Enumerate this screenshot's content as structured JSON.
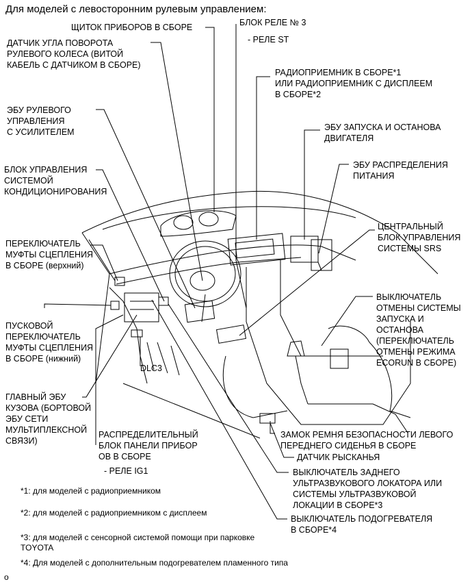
{
  "heading": "Для моделей с левосторонним рулевым управлением:",
  "labels": {
    "instrument_cluster": "ЩИТОК ПРИБОРОВ В СБОРЕ",
    "relay_block3": "БЛОК РЕЛЕ № 3",
    "relay_st": "- РЕЛЕ ST",
    "steering_angle_sensor": "ДАТЧИК УГЛА ПОВОРОТА\nРУЛЕВОГО КОЛЕСА (ВИТОЙ\nКАБЕЛЬ С ДАТЧИКОМ В СБОРЕ)",
    "radio": "РАДИОПРИЕМНИК В СБОРЕ*1\nИЛИ РАДИОПРИЕМНИК С ДИСПЛЕЕМ\nВ СБОРЕ*2",
    "eps_ecu": "ЭБУ РУЛЕВОГО\nУПРАВЛЕНИЯ\nС УСИЛИТЕЛЕМ",
    "start_stop_ecu": "ЭБУ ЗАПУСКА И ОСТАНОВА\nДВИГАТЕЛЯ",
    "ac_control": "БЛОК УПРАВЛЕНИЯ\nСИСТЕМОЙ\nКОНДИЦИОНИРОВАНИЯ",
    "power_dist_ecu": "ЭБУ РАСПРЕДЕЛЕНИЯ\nПИТАНИЯ",
    "srs_center": "ЦЕНТРАЛЬНЫЙ\nБЛОК УПРАВЛЕНИЯ\nСИСТЕМЫ SRS",
    "clutch_upper": "ПЕРЕКЛЮЧАТЕЛЬ\nМУФТЫ СЦЕПЛЕНИЯ\nВ СБОРЕ (верхний)",
    "stop_start_cancel": "ВЫКЛЮЧАТЕЛЬ\nОТМЕНЫ СИСТЕМЫ\nЗАПУСКА И\nОСТАНОВА\n(ПЕРЕКЛЮЧАТЕЛЬ\nОТМЕНЫ РЕЖИМА\nECORUN В СБОРЕ)",
    "clutch_lower": "ПУСКОВОЙ\nПЕРЕКЛЮЧАТЕЛЬ\nМУФТЫ СЦЕПЛЕНИЯ\nВ СБОРЕ (нижний)",
    "dlc3": "DLC3",
    "main_body_ecu": "ГЛАВНЫЙ ЭБУ\nКУЗОВА (БОРТОВОЙ\nЭБУ СЕТИ\nМУЛЬТИПЛЕКСНОЙ\nСВЯЗИ)",
    "ip_junction_block": "РАСПРЕДЕЛИТЕЛЬНЫЙ\nБЛОК ПАНЕЛИ ПРИБОР\nОВ В СБОРЕ",
    "relay_ig1": "- РЕЛЕ IG1",
    "seatbelt_buckle": "ЗАМОК РЕМНЯ БЕЗОПАСНОСТИ ЛЕВОГО\nПЕРЕДНЕГО СИДЕНЬЯ В СБОРЕ",
    "yaw_sensor": "ДАТЧИК РЫСКАНЬЯ",
    "rear_sonar_switch": "ВЫКЛЮЧАТЕЛЬ ЗАДНЕГО\nУЛЬТРАЗВУКОВОГО ЛОКАТОРА ИЛИ\nСИСТЕМЫ УЛЬТРАЗВУКОВОЙ\nЛОКАЦИИ В СБОРЕ*3",
    "heater_switch": "ВЫКЛЮЧАТЕЛЬ ПОДОГРЕВАТЕЛЯ\nВ СБОРЕ*4"
  },
  "footnotes": {
    "fn1": "*1: для моделей с радиоприемником",
    "fn2": "*2: для моделей с радиоприемником с дисплеем",
    "fn3": "*3: для моделей с сенсорной системой помощи при парковке\nTOYOTA",
    "fn4": "*4: Для моделей с дополнительным подогревателем пламенного типа"
  },
  "corner_mark": "o"
}
